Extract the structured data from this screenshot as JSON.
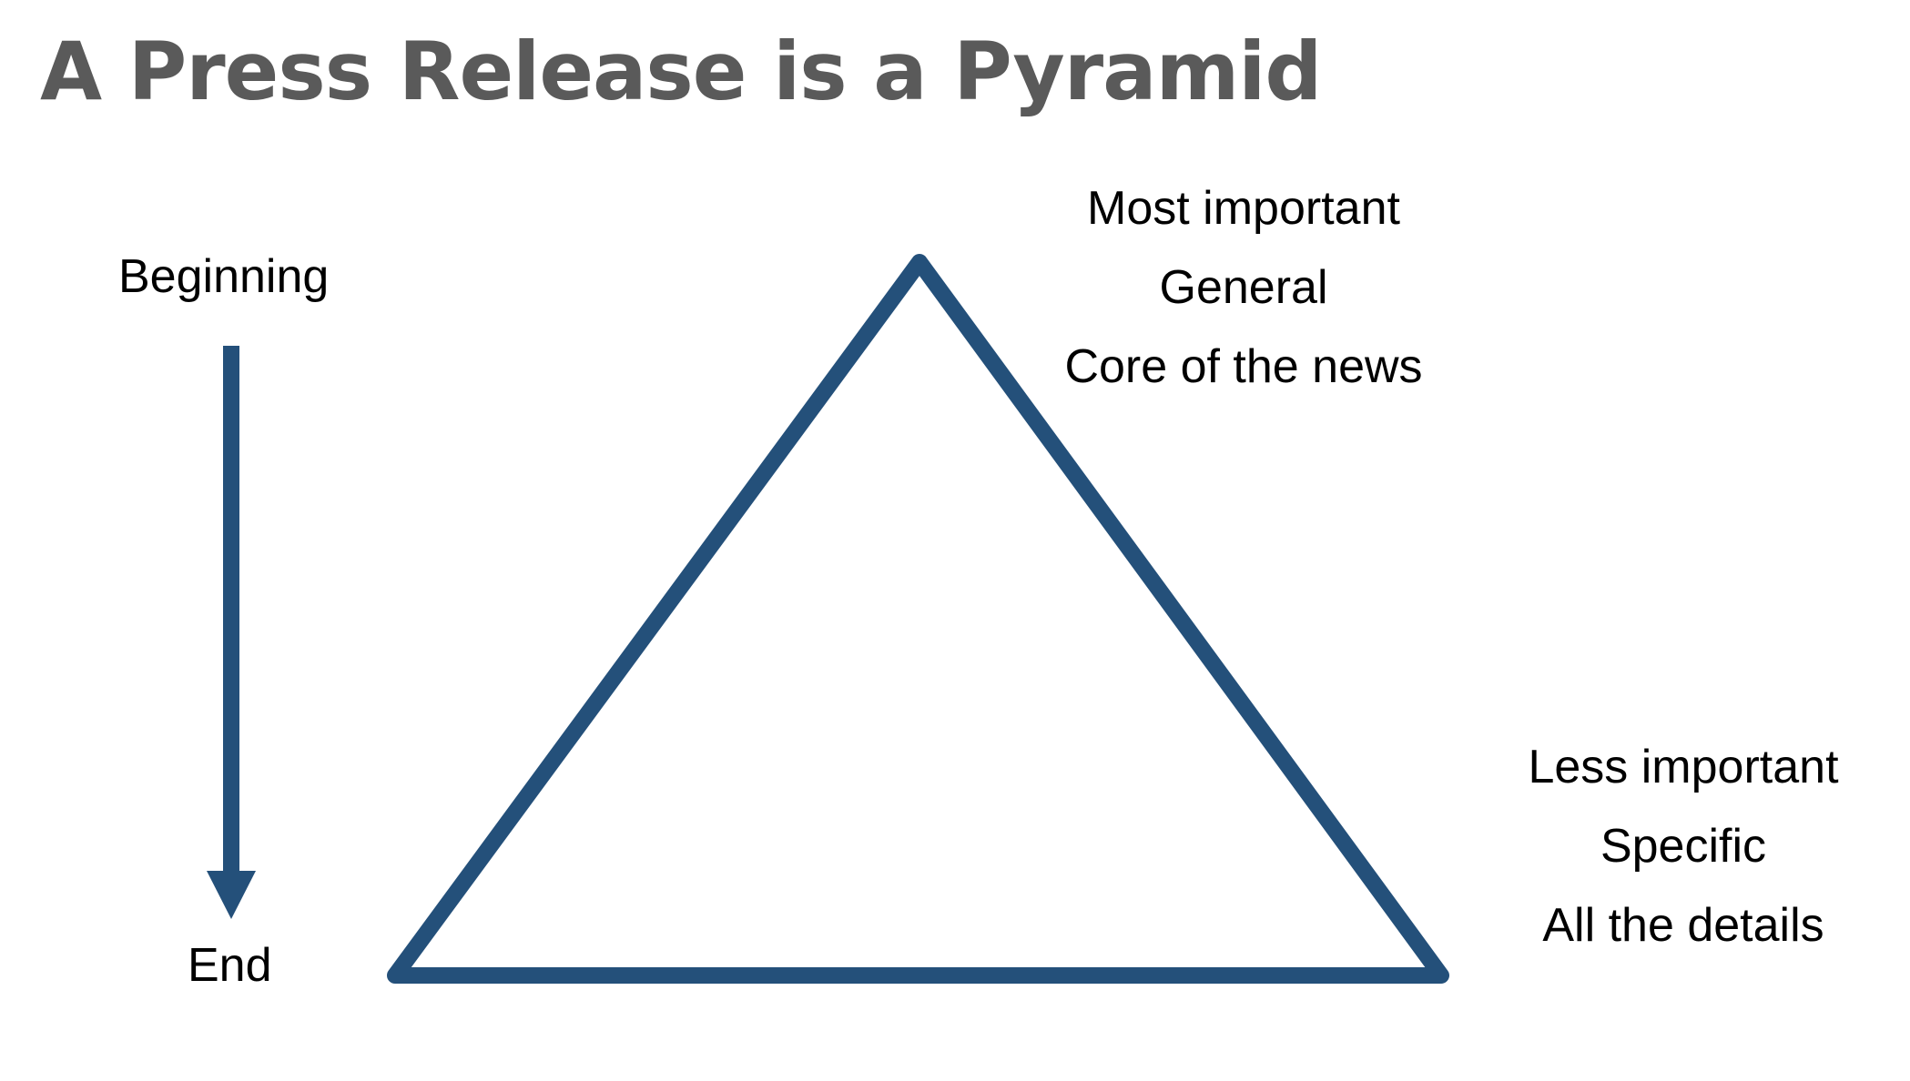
{
  "title": "A Press Release is a Pyramid",
  "flow": {
    "start_label": "Beginning",
    "end_label": "End"
  },
  "top_notes": [
    "Most important",
    "General",
    "Core of the news"
  ],
  "bottom_notes": [
    "Less important",
    "Specific",
    "All the details"
  ],
  "colors": {
    "title": "#5a5a5a",
    "shape": "#24507a",
    "text": "#000000"
  }
}
